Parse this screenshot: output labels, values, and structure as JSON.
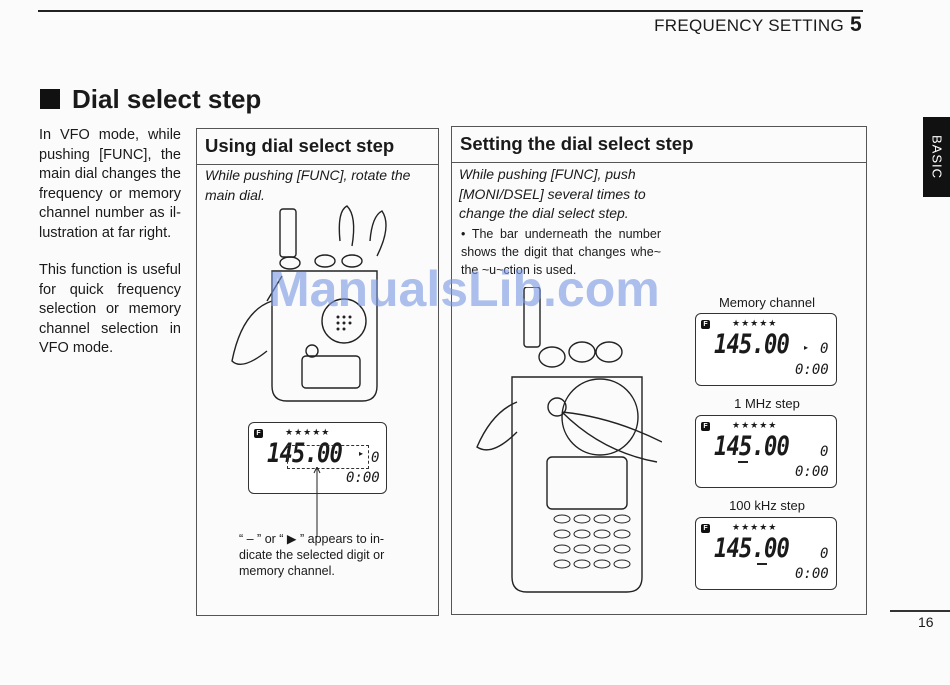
{
  "header": {
    "section": "FREQUENCY SETTING",
    "page_chapter": "5"
  },
  "title": "Dial select step",
  "intro": {
    "p1": "In VFO mode, while pushing [FUNC], the main dial changes the frequency or memory channel number as il-lustration at far right.",
    "p2": "This function is useful for quick frequency selection or memory channel selection in VFO mode."
  },
  "using_box": {
    "heading": "Using dial select step",
    "instruction": "While pushing [FUNC], rotate the main dial.",
    "caption": "“ – ” or “ ▶ ” appears to in-dicate the selected digit or memory channel."
  },
  "setting_box": {
    "heading": "Setting the dial select step",
    "instruction": "While pushing [FUNC], push [MONI/DSEL] several times to change the dial select step.",
    "bullet": "The bar underneath the number shows the digit that changes whe~ the ~u~ction is used."
  },
  "displays": {
    "main": {
      "stars": "★★★★★",
      "freq": "145.00",
      "small": "0",
      "time": "0:00",
      "f_icon": "F"
    },
    "memory_channel": {
      "label": "Memory channel",
      "stars": "★★★★★",
      "freq": "145.00",
      "small": "0",
      "time": "0:00",
      "f_icon": "F"
    },
    "mhz_step": {
      "label": "1 MHz step",
      "stars": "★★★★★",
      "freq": "145.00",
      "small": "0",
      "time": "0:00",
      "f_icon": "F"
    },
    "khz_step": {
      "label": "100 kHz step",
      "stars": "★★★★★",
      "freq": "145.00",
      "small": "0",
      "time": "0:00",
      "f_icon": "F"
    }
  },
  "side_tab": "BASIC",
  "watermark": "ManualsLib.com",
  "page_number": "16"
}
